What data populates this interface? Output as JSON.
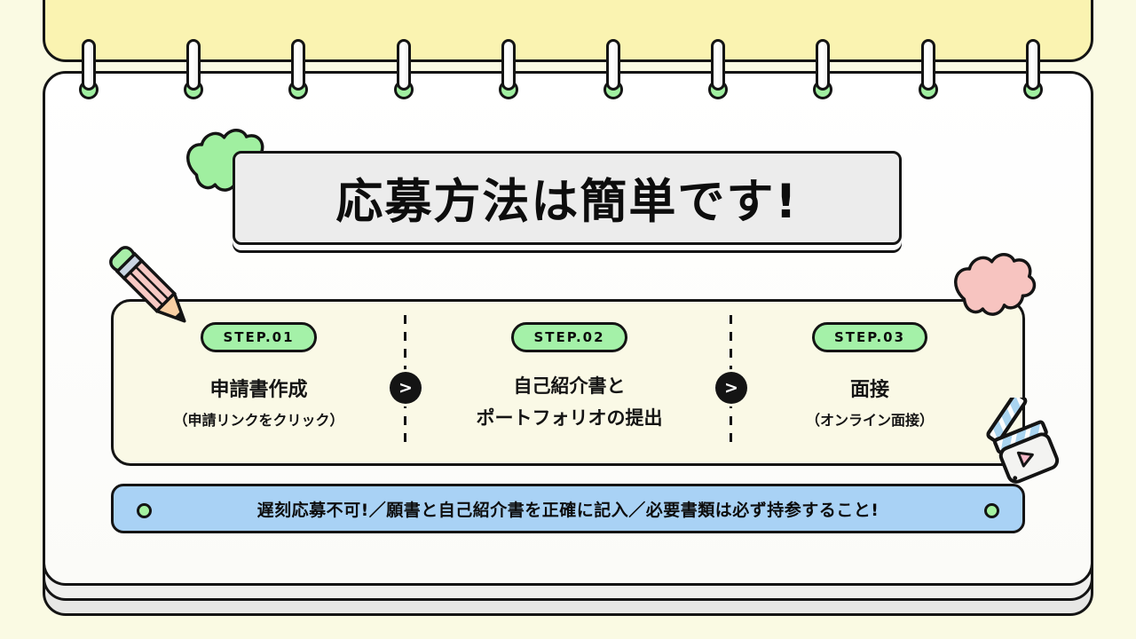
{
  "title": {
    "text": "応募方法は簡単です!"
  },
  "steps": {
    "arrow_glyph": ">",
    "items": [
      {
        "badge": "STEP.01",
        "line1": "申請書作成",
        "line2": "（申請リンクをクリック）"
      },
      {
        "badge": "STEP.02",
        "line1": "自己紹介書と",
        "line2": "ポートフォリオの提出"
      },
      {
        "badge": "STEP.03",
        "line1": "面接",
        "line2": "（オンライン面接）"
      }
    ]
  },
  "footer": {
    "note": "遅刻応募不可!／願書と自己紹介書を正確に記入／必要書類は必ず持参すること!"
  },
  "icons": {
    "pencil": "pencil-icon",
    "clapperboard": "clapperboard-icon",
    "scribble_green": "scribble-green-icon",
    "scribble_pink": "scribble-pink-icon",
    "binder_rings": "binder-ring-icon"
  },
  "colors": {
    "background": "#FAFAE3",
    "cover_yellow": "#FAF3B1",
    "page_white": "#FDFDFD",
    "panel_cream": "#FAF9E6",
    "title_gray": "#ECECEC",
    "accent_green": "#A4F1A8",
    "accent_pink": "#F7C7C3",
    "banner_blue": "#A9D2F5",
    "outline_black": "#141414"
  }
}
